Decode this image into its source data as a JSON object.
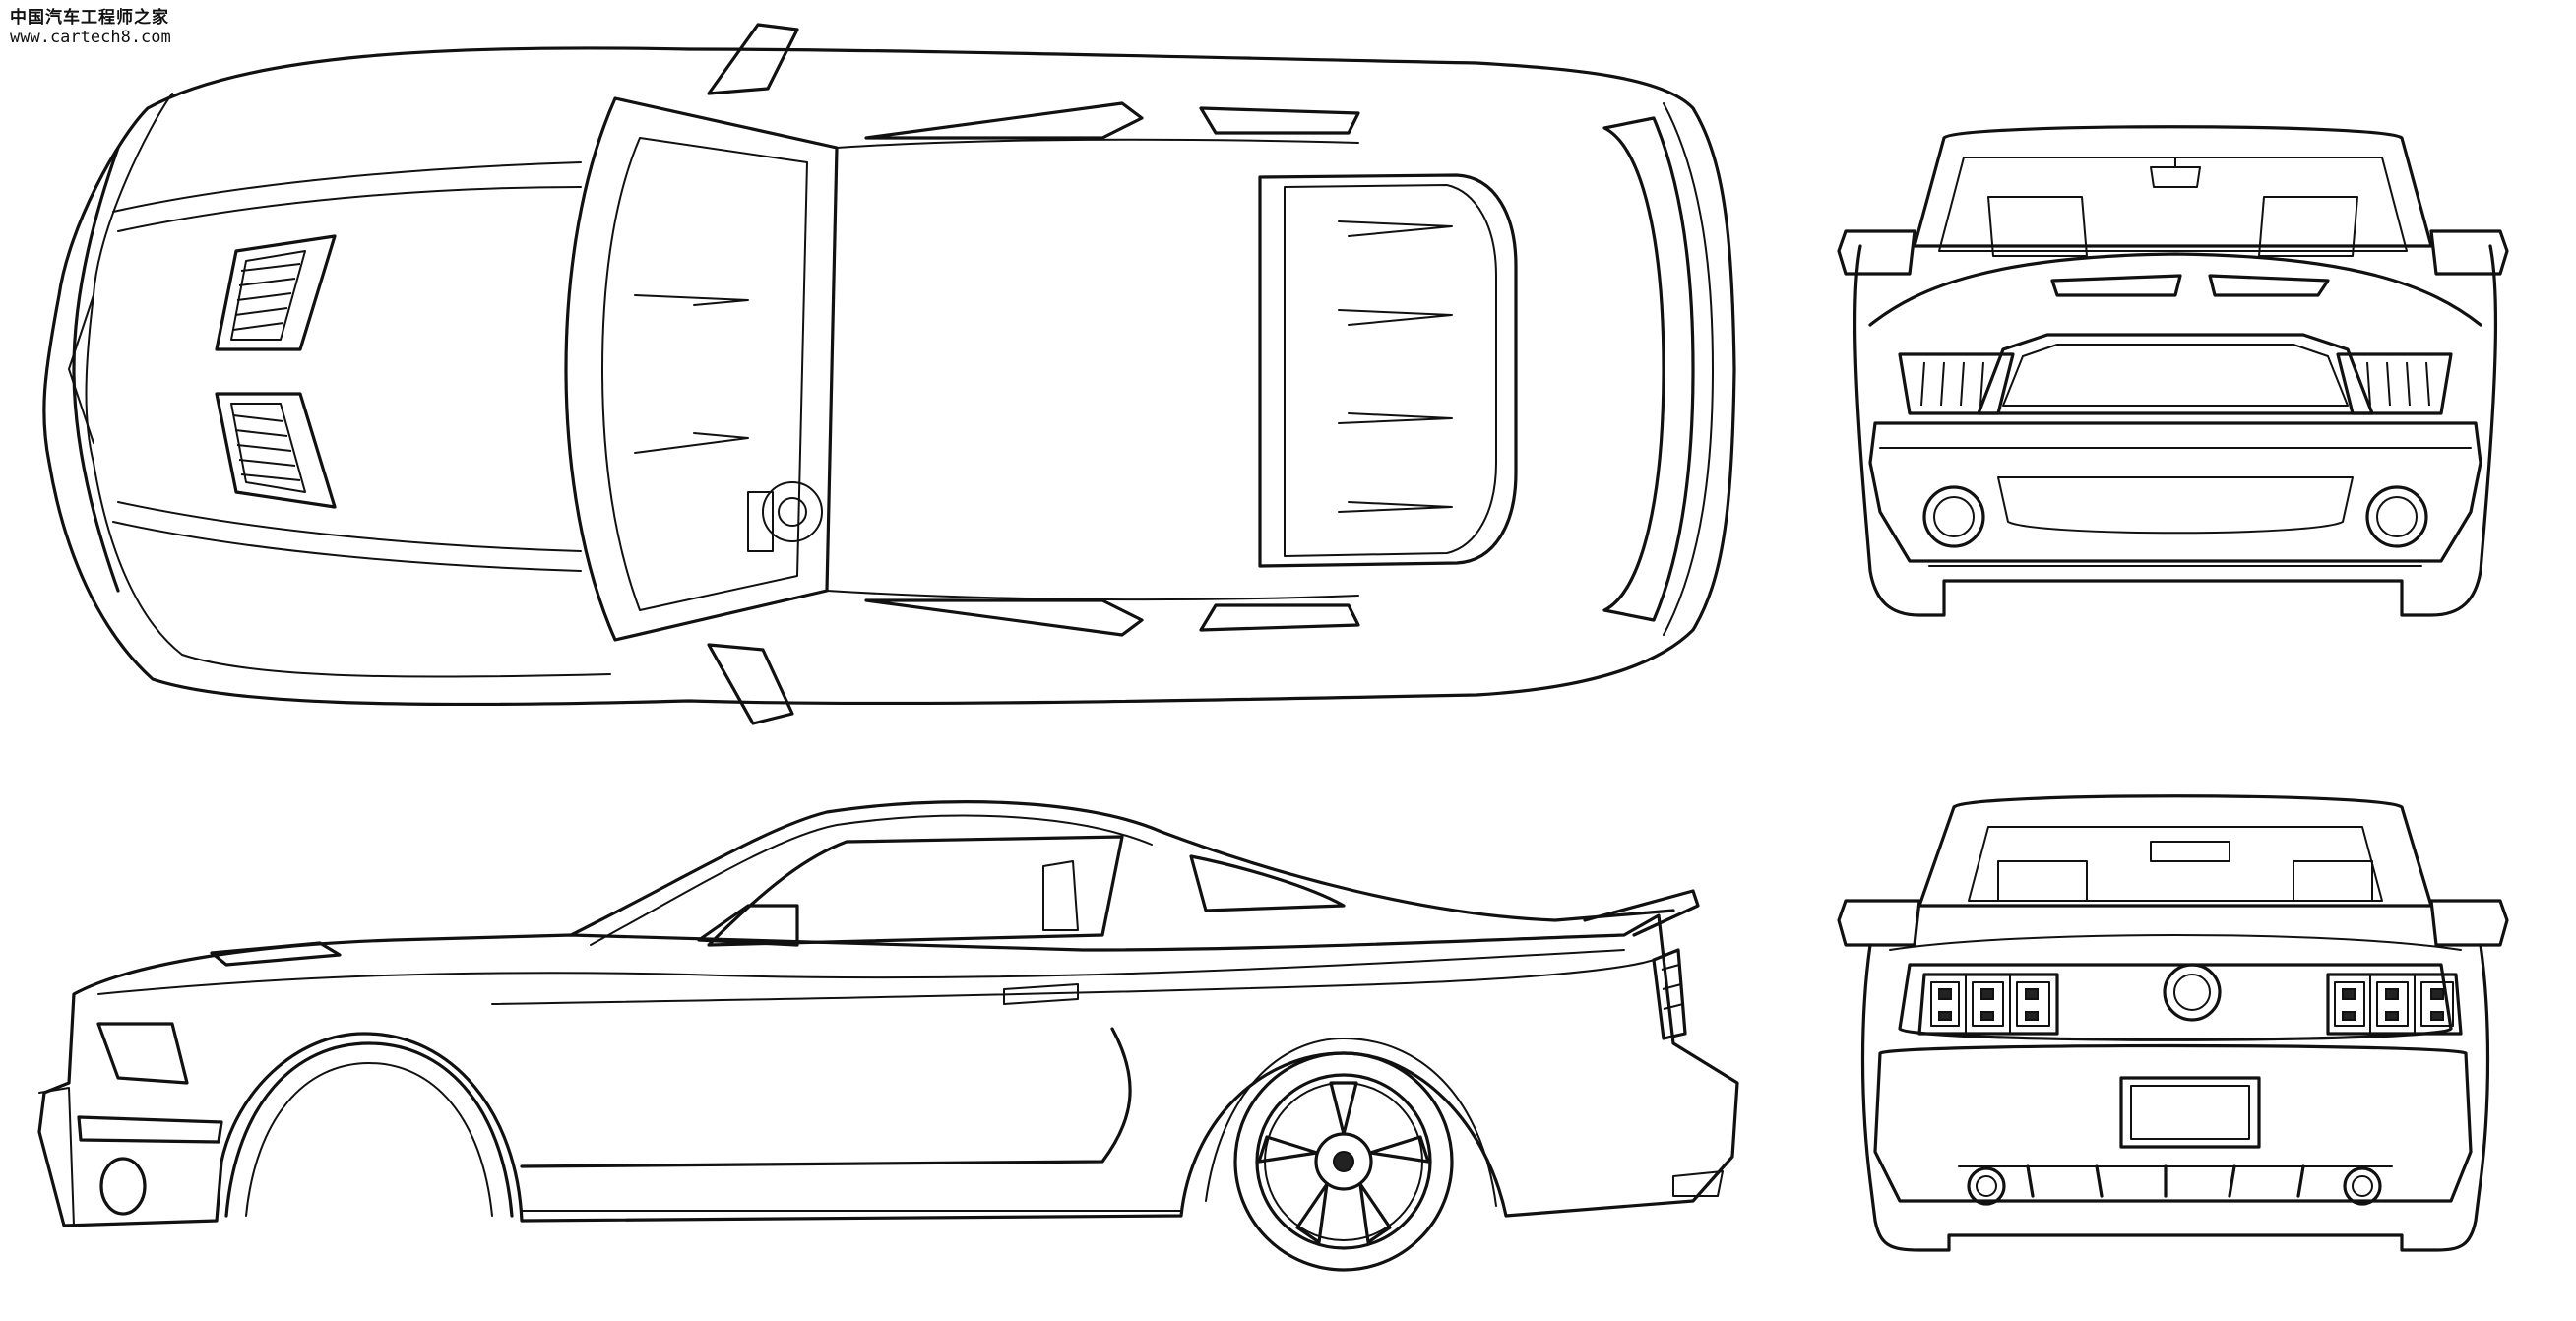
{
  "watermark": {
    "line1": "中国汽车工程师之家",
    "line2": "www.cartech8.com"
  },
  "views": [
    "top-view",
    "front-view",
    "side-view",
    "rear-view"
  ],
  "colors": {
    "line": "#111111",
    "background": "#ffffff"
  }
}
